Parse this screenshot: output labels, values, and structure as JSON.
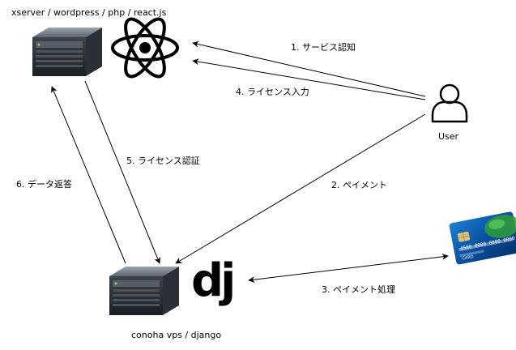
{
  "labels": {
    "xserver_stack": "xserver / wordpress / php / react.js",
    "conoha_stack": "conoha vps / django",
    "user": "User"
  },
  "arrows": {
    "service_auth": "1. サービス認知",
    "payment": "2. ペイメント",
    "payment_processing": "3. ペイメント処理",
    "license_input": "4. ライセンス入力",
    "license_verify": "5. ライセンス認証",
    "data_response": "6. データ返答"
  },
  "logos": {
    "django": "dj"
  },
  "icons": {
    "xserver_server": "server-icon",
    "react": "react-logo-icon",
    "user": "user-icon",
    "conoha_server": "server-icon",
    "django": "django-logo-icon",
    "card": "credit-card-icon"
  },
  "card": {
    "number": "4500 0000 0000 0000",
    "brand": "CARD"
  }
}
